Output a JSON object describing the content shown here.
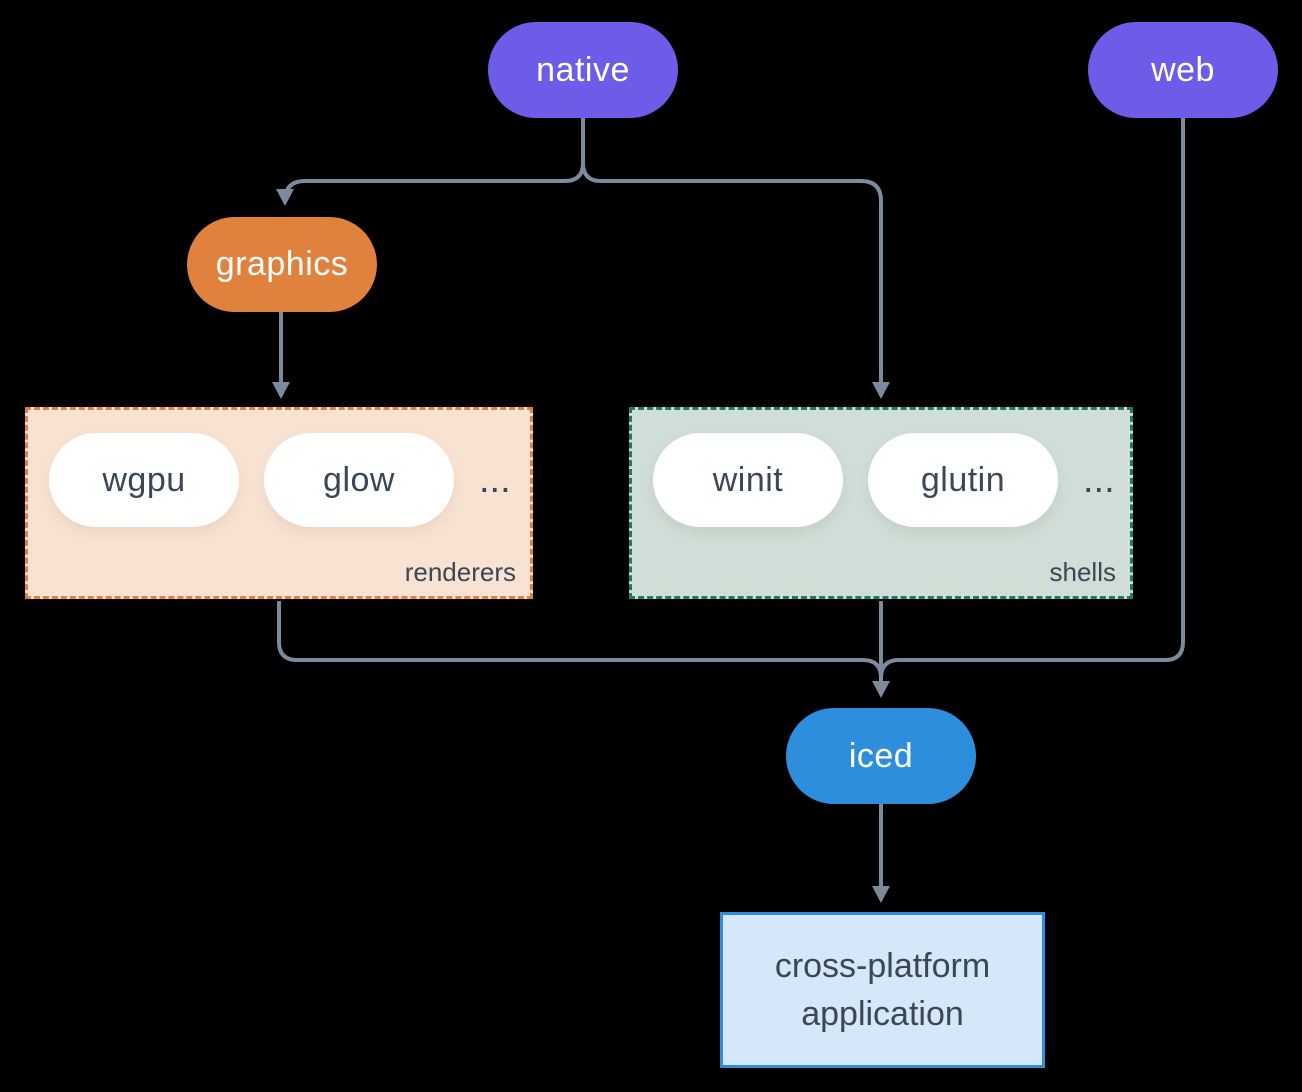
{
  "diagram": {
    "nodes": {
      "native": {
        "label": "native",
        "color": "#6C5CE7"
      },
      "web": {
        "label": "web",
        "color": "#6C5CE7"
      },
      "graphics": {
        "label": "graphics",
        "color": "#E0813D"
      },
      "iced": {
        "label": "iced",
        "color": "#2E8EDE"
      }
    },
    "groups": {
      "renderers": {
        "label": "renderers",
        "items": [
          "wgpu",
          "glow"
        ],
        "ellipsis": "...",
        "background": "#F8E3D3",
        "border_color": "#E0813D"
      },
      "shells": {
        "label": "shells",
        "items": [
          "winit",
          "glutin"
        ],
        "ellipsis": "...",
        "background": "#CFDED7",
        "border_color": "#20796B"
      }
    },
    "application": {
      "line1": "cross-platform",
      "line2": "application",
      "background": "#D5E7F8",
      "border_color": "#2E8EDE"
    },
    "edges": [
      "native -> graphics",
      "native -> shells",
      "graphics -> renderers",
      "renderers -> iced",
      "shells -> iced",
      "web -> iced",
      "iced -> application"
    ],
    "connector_color": "#7B8A9D",
    "text_color_dark": "#3A4756",
    "background": "#000000"
  }
}
